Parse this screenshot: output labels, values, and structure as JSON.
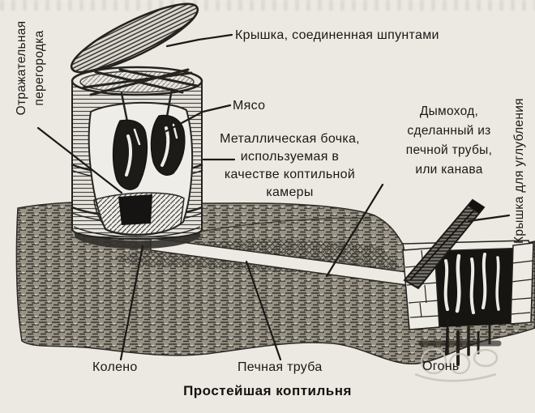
{
  "diagram": {
    "title": "Простейшая коптильня",
    "labels": {
      "lid": "Крышка, соединенная шпунтами",
      "meat": "Мясо",
      "barrel": [
        "Металлическая бочка,",
        "используемая в",
        "качестве коптильной",
        "камеры"
      ],
      "reflector": [
        "Отражательная",
        "перегородка"
      ],
      "chimney": [
        "Дымоход,",
        "сделанный из",
        "печной трубы,",
        "или канава"
      ],
      "pit_lid": "Крышка для углубления",
      "elbow": "Колено",
      "stove_pipe": "Печная труба",
      "fire": "Огонь"
    },
    "colors": {
      "paper": "#ece9e3",
      "ink": "#1b1916",
      "ground": "#989385"
    }
  }
}
